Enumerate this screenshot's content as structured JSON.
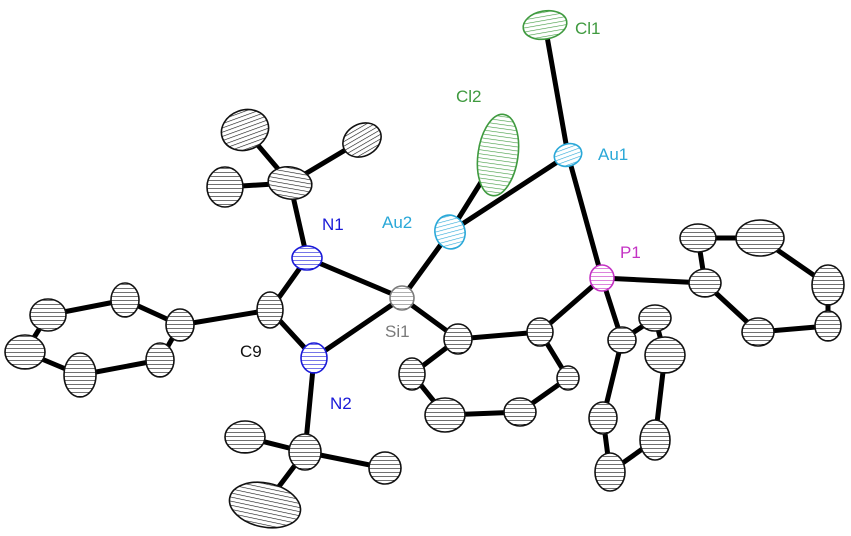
{
  "labels": {
    "cl1": "Cl1",
    "cl2": "Cl2",
    "au1": "Au1",
    "au2": "Au2",
    "n1": "N1",
    "n2": "N2",
    "c9": "C9",
    "si1": "Si1",
    "p1": "P1"
  },
  "colors": {
    "chlorine": "#3f9a3f",
    "gold": "#2aa8d8",
    "nitrogen": "#1a1ad8",
    "carbon": "#111111",
    "silicon": "#7a7a7a",
    "phosphorus": "#c433c4",
    "bond": "#000000"
  }
}
